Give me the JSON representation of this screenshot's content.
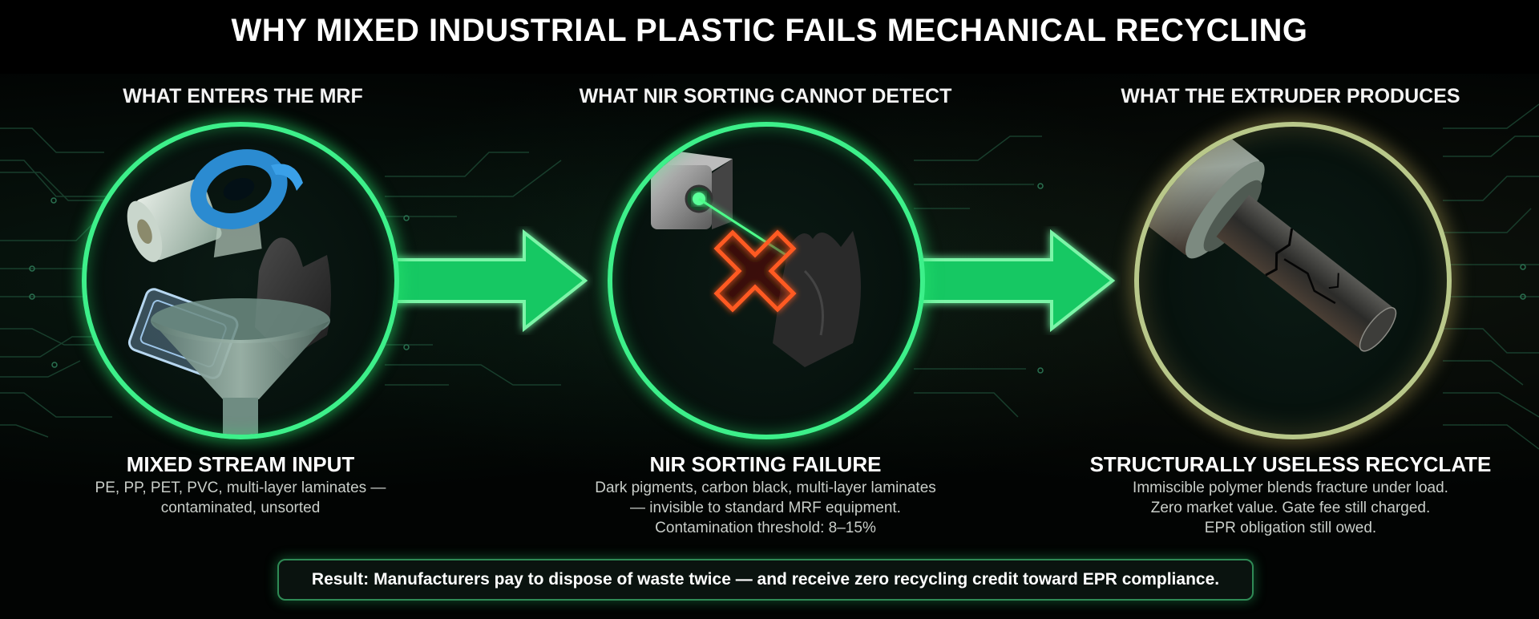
{
  "title": "WHY MIXED INDUSTRIAL PLASTIC FAILS MECHANICAL RECYCLING",
  "columns": [
    {
      "heading": "WHAT ENTERS THE MRF",
      "illustration": "mixed-plastics-funnel-icon",
      "ring_color": "#3df08a",
      "caption_title": "MIXED STREAM INPUT",
      "caption_lines": [
        "PE, PP, PET, PVC, multi-layer laminates —",
        "contaminated, unsorted"
      ]
    },
    {
      "heading": "WHAT NIR SORTING CANNOT DETECT",
      "illustration": "nir-sensor-red-x-icon",
      "ring_color": "#3df08a",
      "caption_title": "NIR SORTING FAILURE",
      "caption_lines": [
        "Dark pigments, carbon black, multi-layer laminates",
        "— invisible to standard MRF equipment.",
        "Contamination threshold: 8–15%"
      ]
    },
    {
      "heading": "WHAT THE EXTRUDER PRODUCES",
      "illustration": "cracked-extruded-rod-icon",
      "ring_color": "#b9c88a",
      "caption_title": "STRUCTURALLY USELESS RECYCLATE",
      "caption_lines": [
        "Immiscible polymer blends fracture under load.",
        "Zero market value. Gate fee still charged.",
        "EPR obligation still owed."
      ]
    }
  ],
  "arrows": [
    "arrow-right-icon",
    "arrow-right-icon"
  ],
  "result": {
    "label": "Result:",
    "text": "Manufacturers pay to dispose of waste twice — and receive zero recycling credit toward EPR compliance."
  },
  "colors": {
    "accent_green": "#3df08a",
    "arrow_fill": "#1fd36a",
    "extruder_ring": "#b9c88a",
    "x_mark": "#ff4a1c",
    "background": "#020403"
  }
}
